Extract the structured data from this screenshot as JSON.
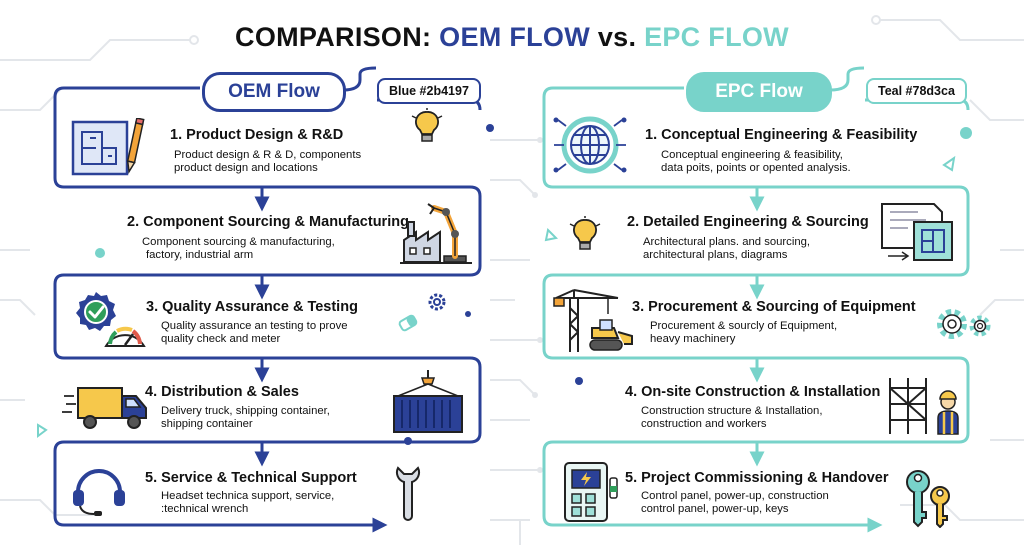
{
  "title": {
    "prefix": "COMPARISON: ",
    "oem": "OEM FLOW",
    "vs": " vs. ",
    "epc": "EPC FLOW"
  },
  "colors": {
    "oem": "#2b4197",
    "epc": "#78d3ca",
    "orange": "#f3a43a",
    "yellow": "#f6c84b",
    "green": "#2f9e5a"
  },
  "oem": {
    "pill": "OEM Flow",
    "color_tag": "Blue #2b4197",
    "steps": [
      {
        "heading": "1. Product Design & R&D",
        "desc1": "Product design & R & D, components",
        "desc2": "product design and locations",
        "icon": "blueprint-pencil-icon"
      },
      {
        "heading": "2. Component Sourcing & Manufacturing",
        "desc1": "Component sourcing & manufacturing,",
        "desc2": "factory, industrial arm",
        "icon": "factory-robot-arm-icon"
      },
      {
        "heading": "3. Quality Assurance & Testing",
        "desc1": "Quality assurance an testing to prove",
        "desc2": "quality check and meter",
        "icon": "quality-badge-meter-icon"
      },
      {
        "heading": "4. Distribution & Sales",
        "desc1": "Delivery truck, shipping container,",
        "desc2": "shipping container",
        "icon": "delivery-truck-icon"
      },
      {
        "heading": "5. Service & Technical Support",
        "desc1": "Headset technica support, service,",
        "desc2": ":technical wrench",
        "icon": "headset-icon"
      }
    ]
  },
  "epc": {
    "pill": "EPC Flow",
    "color_tag": "Teal #78d3ca",
    "steps": [
      {
        "heading": "1. Conceptual Engineering & Feasibility",
        "desc1": "Conceptual engineering & feasibility,",
        "desc2": "data poits, points or opented analysis.",
        "icon": "globe-network-icon"
      },
      {
        "heading": "2. Detailed Engineering & Sourcing",
        "desc1": "Architectural plans. and sourcing,",
        "desc2": "architectural plans, diagrams",
        "icon": "architectural-plans-icon"
      },
      {
        "heading": "3. Procurement & Sourcing of Equipment",
        "desc1": "Procurement & sourcly of Equipment,",
        "desc2": "heavy machinery",
        "icon": "crane-bulldozer-icon"
      },
      {
        "heading": "4. On-site Construction & Installation",
        "desc1": "Construction structure & Installation,",
        "desc2": "construction and workers",
        "icon": "scaffold-worker-icon"
      },
      {
        "heading": "5. Project Commissioning & Handover",
        "desc1": "Control panel, power-up, construction",
        "desc2": "control panel, power-up, keys",
        "icon": "control-panel-keys-icon"
      }
    ]
  }
}
